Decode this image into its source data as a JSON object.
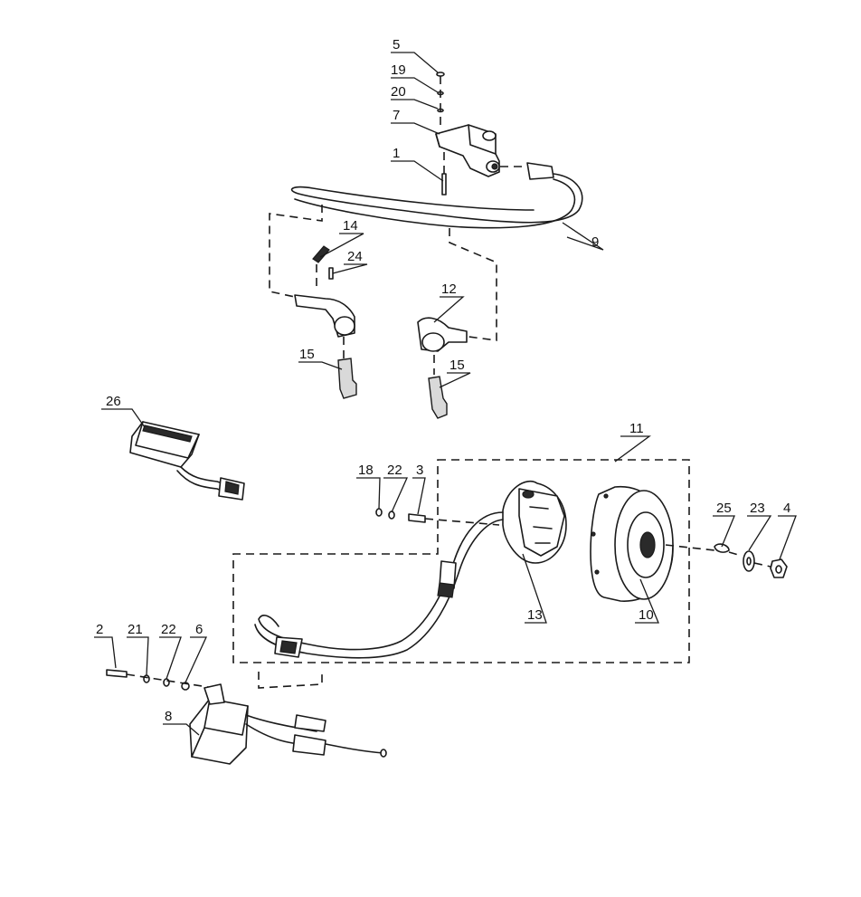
{
  "callouts": {
    "c1": "1",
    "c2": "2",
    "c3": "3",
    "c4": "4",
    "c5": "5",
    "c6": "6",
    "c7": "7",
    "c8": "8",
    "c9": "9",
    "c10": "10",
    "c11": "11",
    "c12": "12",
    "c13": "13",
    "c14": "14",
    "c15a": "15",
    "c15b": "15",
    "c18": "18",
    "c19": "19",
    "c20": "20",
    "c21": "21",
    "c22a": "22",
    "c22b": "22",
    "c23": "23",
    "c24": "24",
    "c25": "25",
    "c26": "26"
  },
  "colors": {
    "ink": "#1a1a1a",
    "paper": "#ffffff"
  }
}
